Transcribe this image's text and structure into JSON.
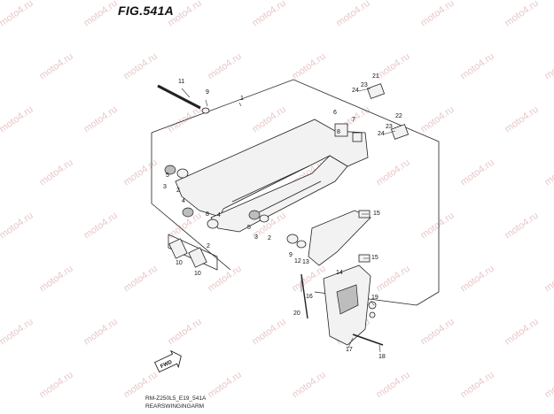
{
  "figure": {
    "title": "FIG.541A",
    "footer_code": "RM-Z250L5_E19_541A",
    "footer_caption": "REARSWINGINGARM",
    "fwd_label": "FWD",
    "watermark_text": "moto4.ru"
  },
  "callouts": [
    "1",
    "2",
    "3",
    "4",
    "5",
    "6",
    "7",
    "8",
    "9",
    "10",
    "11",
    "12",
    "13",
    "14",
    "15",
    "16",
    "17",
    "18",
    "19",
    "20",
    "21",
    "22",
    "23",
    "24"
  ],
  "colors": {
    "line": "#222222",
    "watermark": "#e9c8c8",
    "background": "#ffffff"
  }
}
